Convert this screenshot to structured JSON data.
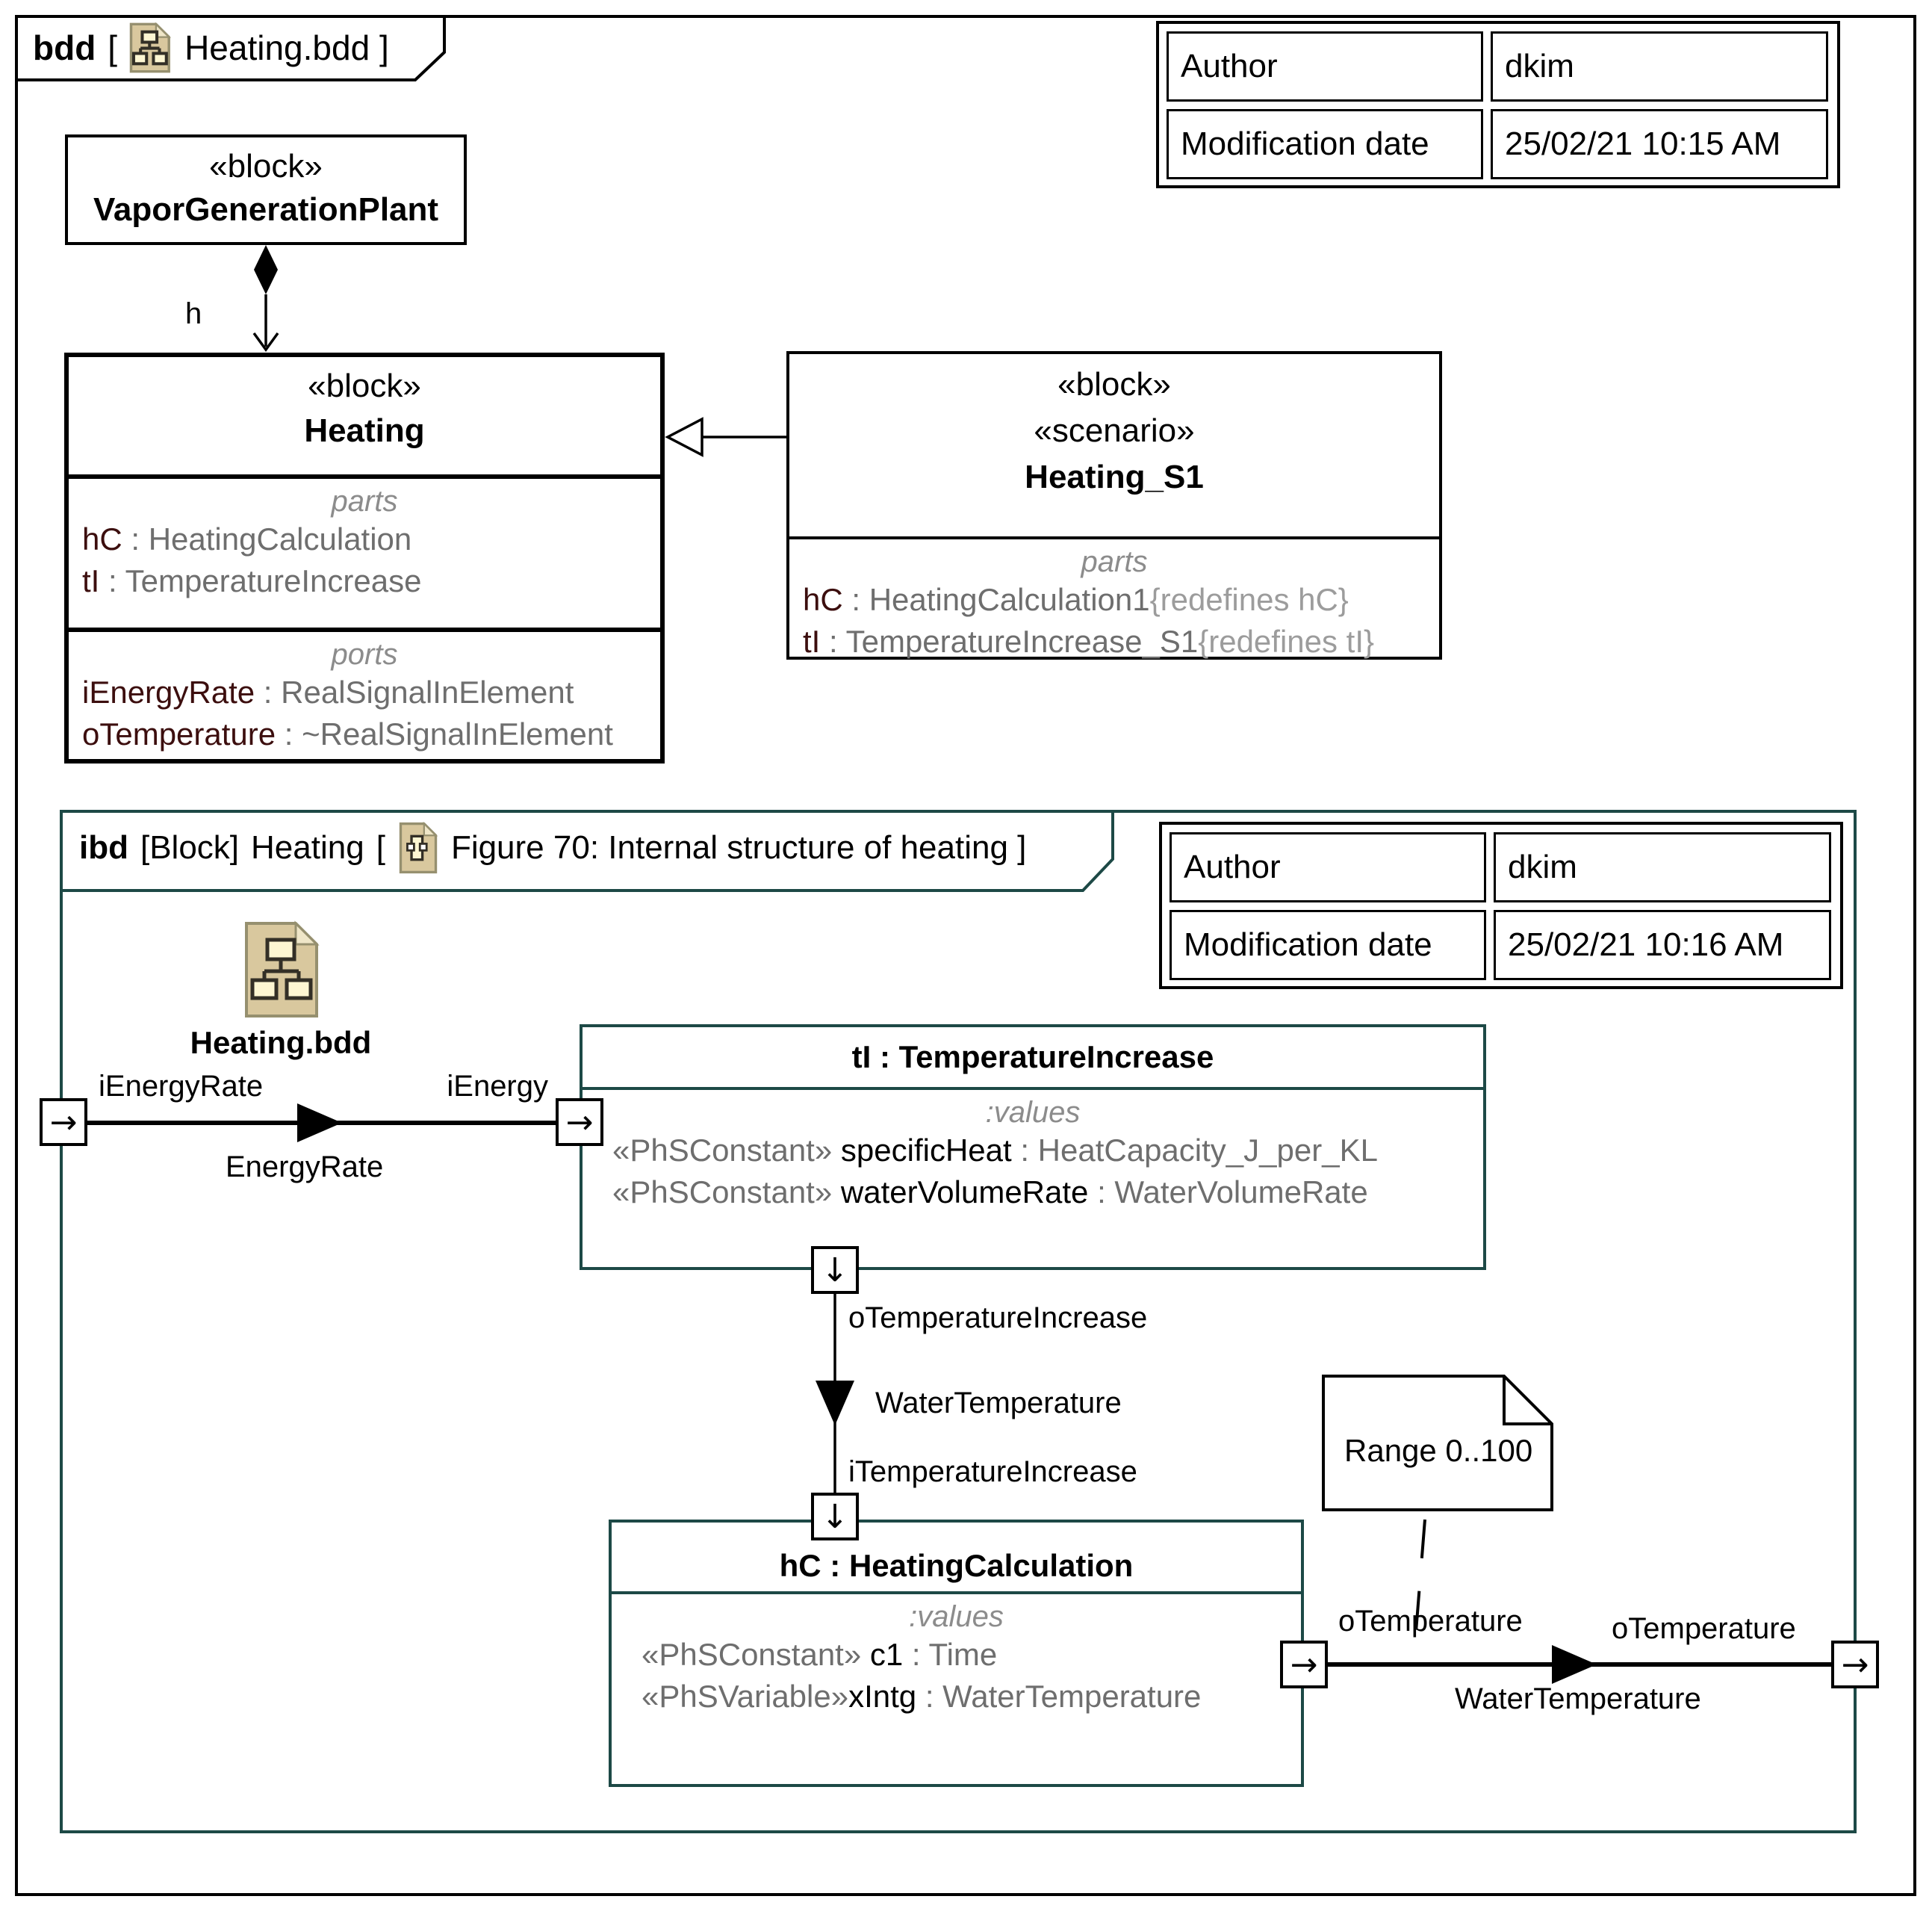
{
  "colors": {
    "frame_black": "#000000",
    "ibd_teal": "#1d4946",
    "part_name_maroon": "#3c0e0e",
    "type_gray": "#6e6e6e",
    "redefine_gray": "#9c9c9c",
    "icon_tan": "#d9c89e",
    "icon_inner": "#fdf6d2"
  },
  "icons": {
    "arrow_right": "→",
    "arrow_down": "↓"
  },
  "bdd": {
    "tab": {
      "keyword": "bdd",
      "bracket_open": "[",
      "diagram_name": "Heating.bdd",
      "bracket_close": "]"
    },
    "author_table": {
      "rows": [
        {
          "label": "Author",
          "value": "dkim"
        },
        {
          "label": "Modification date",
          "value": "25/02/21 10:15 AM"
        }
      ]
    },
    "vapor_block": {
      "stereotype": "«block»",
      "name": "VaporGenerationPlant"
    },
    "composition_label": "h",
    "heating_block": {
      "stereotype": "«block»",
      "name": "Heating",
      "parts_label": "parts",
      "parts": [
        {
          "name": "hC",
          "sep": " : ",
          "type": "HeatingCalculation"
        },
        {
          "name": "tI",
          "sep": " : ",
          "type": "TemperatureIncrease"
        }
      ],
      "ports_label": "ports",
      "ports": [
        {
          "name": "iEnergyRate",
          "sep": " : ",
          "type": "RealSignalInElement"
        },
        {
          "name": "oTemperature",
          "sep": " : ",
          "type": "~RealSignalInElement"
        }
      ]
    },
    "heating_s1_block": {
      "stereotype1": "«block»",
      "stereotype2": "«scenario»",
      "name": "Heating_S1",
      "parts_label": "parts",
      "parts": [
        {
          "name": "hC",
          "sep": " : ",
          "type": "HeatingCalculation1",
          "redefines": "{redefines hC}"
        },
        {
          "name": "tI",
          "sep": " : ",
          "type": "TemperatureIncrease_S1",
          "redefines": "{redefines tI}"
        }
      ]
    }
  },
  "ibd": {
    "tab": {
      "keyword": "ibd",
      "kind": "[Block]",
      "block_name": "Heating",
      "bracket_open": "[",
      "diagram_name": "Figure 70: Internal structure of heating",
      "bracket_close": "]"
    },
    "author_table": {
      "rows": [
        {
          "label": "Author",
          "value": "dkim"
        },
        {
          "label": "Modification date",
          "value": "25/02/21 10:16 AM"
        }
      ]
    },
    "bdd_icon_label": "Heating.bdd",
    "ti_block": {
      "title": "tI : TemperatureIncrease",
      "values_label": ":values",
      "values": [
        {
          "stereotype": "«PhSConstant»",
          "name": "specificHeat",
          "sep": " : ",
          "type": "HeatCapacity_J_per_KL"
        },
        {
          "stereotype": "«PhSConstant»",
          "name": "waterVolumeRate",
          "sep": " : ",
          "type": "WaterVolumeRate"
        }
      ]
    },
    "hc_block": {
      "title": "hC : HeatingCalculation",
      "values_label": ":values",
      "values": [
        {
          "stereotype": "«PhSConstant»",
          "name": "c1",
          "sep": " : ",
          "type": "Time"
        },
        {
          "stereotype": "«PhSVariable»",
          "name": "xIntg",
          "sep": " : ",
          "type": "WaterTemperature"
        }
      ]
    },
    "edges": {
      "energy": {
        "source_label": "iEnergyRate",
        "flow_label": "EnergyRate",
        "target_label": "iEnergy"
      },
      "temp_increase": {
        "source_label": "oTemperatureIncrease",
        "flow_label": "WaterTemperature",
        "target_label": "iTemperatureIncrease"
      },
      "temperature": {
        "source_label": "oTemperature",
        "flow_label": "WaterTemperature",
        "target_label": "oTemperature"
      }
    },
    "note": {
      "text": "Range 0..100"
    }
  }
}
